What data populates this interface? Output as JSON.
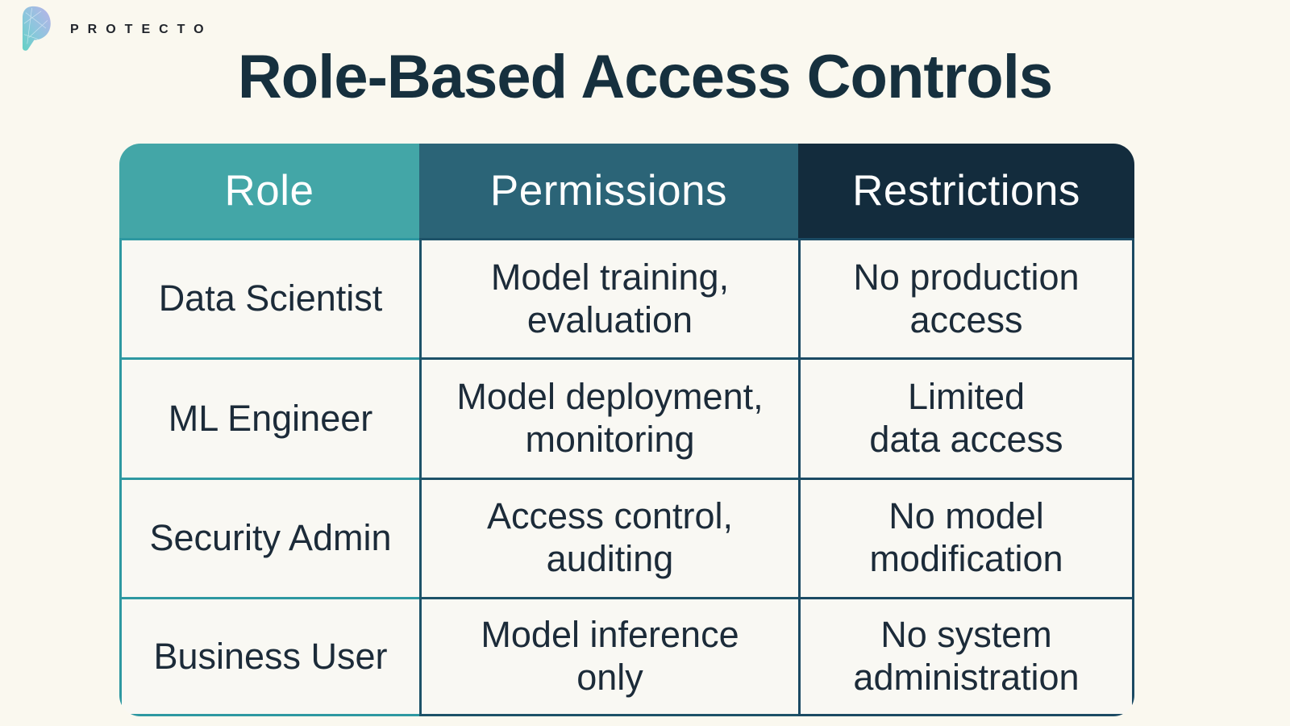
{
  "logo": {
    "brand": "PROTECTO",
    "icon": "protecto-p-mark",
    "icon_gradient_top": "#b9b2e8",
    "icon_gradient_bottom": "#63d1c4"
  },
  "title": "Role-Based Access Controls",
  "theme": {
    "page_bg": "#faf8ef",
    "cell_bg": "#f9f8f3",
    "title_color": "#16303e",
    "header_text_color": "#ffffff",
    "body_text_color": "#1c2b39",
    "columns": [
      {
        "key": "role",
        "header_bg": "#43a6a7",
        "border": "#2e98a1"
      },
      {
        "key": "permissions",
        "header_bg": "#2b6477",
        "border": "#1d5268"
      },
      {
        "key": "restrictions",
        "header_bg": "#132c3d",
        "border": "#1b4a63"
      }
    ]
  },
  "table": {
    "headers": [
      "Role",
      "Permissions",
      "Restrictions"
    ],
    "rows": [
      {
        "role": "Data Scientist",
        "permissions": "Model training,\nevaluation",
        "restrictions": "No production\naccess"
      },
      {
        "role": "ML Engineer",
        "permissions": "Model deployment,\nmonitoring",
        "restrictions": "Limited\ndata access"
      },
      {
        "role": "Security Admin",
        "permissions": "Access control,\nauditing",
        "restrictions": "No model\nmodification"
      },
      {
        "role": "Business User",
        "permissions": "Model inference\nonly",
        "restrictions": "No system\nadministration"
      }
    ]
  }
}
